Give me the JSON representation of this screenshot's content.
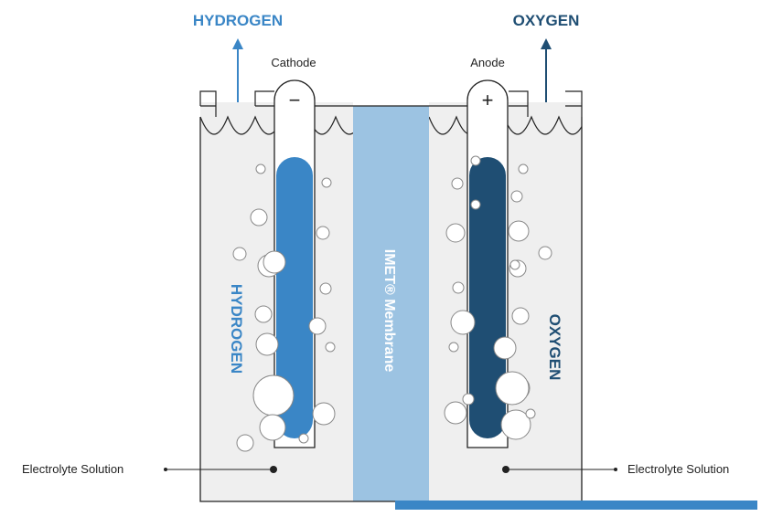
{
  "gases": {
    "left": "HYDROGEN",
    "right": "OXYGEN"
  },
  "electrodes": {
    "cathode_label": "Cathode",
    "cathode_sign": "−",
    "anode_label": "Anode",
    "anode_sign": "+"
  },
  "membrane": {
    "label": "IMET® Membrane"
  },
  "chambers": {
    "left_label": "HYDROGEN",
    "right_label": "OXYGEN"
  },
  "electrolyte": {
    "left_label": "Electrolyte Solution",
    "right_label": "Electrolyte Solution"
  },
  "colors": {
    "hydrogen": "#3a86c6",
    "oxygen": "#1f4e73",
    "membrane": "#9cc3e2",
    "chamber": "#efefef",
    "footer_bar": "#3a86c6"
  }
}
